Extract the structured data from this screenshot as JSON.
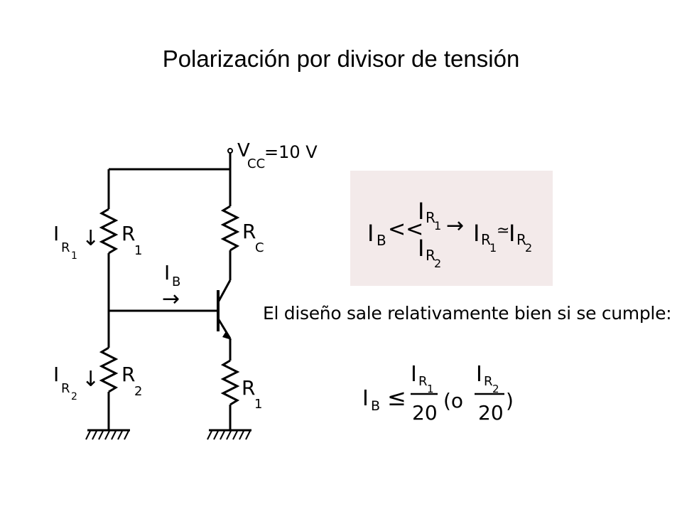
{
  "slide": {
    "title": "Polarización por divisor de tensión"
  },
  "circuit": {
    "vcc_label_main": "V",
    "vcc_label_sub": "CC",
    "vcc_value": "=10 V",
    "r1_label": "R",
    "r1_sub": "1",
    "r2_label": "R",
    "r2_sub": "2",
    "rc_label": "R",
    "rc_sub": "C",
    "re_label": "R",
    "re_sub": "1",
    "ir1_label": "I",
    "ir1_sub": "R",
    "ir1_subsub": "1",
    "ir2_label": "I",
    "ir2_sub": "R",
    "ir2_subsub": "2",
    "ib_label": "I",
    "ib_sub": "B",
    "down_arrow": "↓",
    "right_arrow": "→"
  },
  "formula_box": {
    "ib": "I",
    "ib_sub": "B",
    "much_less": "<<",
    "ir1": "I",
    "ir1_sub": "R",
    "ir1_subsub": "1",
    "ir2": "I",
    "ir2_sub": "R",
    "ir2_subsub": "2",
    "arrow": "→",
    "approx": "≃"
  },
  "condition": {
    "text": "El diseño sale relativamente bien si se cumple:",
    "ib": "I",
    "ib_sub": "B",
    "leq": "≤",
    "num1": "I",
    "num1_sub": "R",
    "num1_subsub": "1",
    "den": "20",
    "open_paren": "(o",
    "num2": "I",
    "num2_sub": "R",
    "num2_subsub": "2",
    "close_paren": ")"
  },
  "colors": {
    "stroke": "#000000",
    "box_background": "#f3eaea"
  }
}
